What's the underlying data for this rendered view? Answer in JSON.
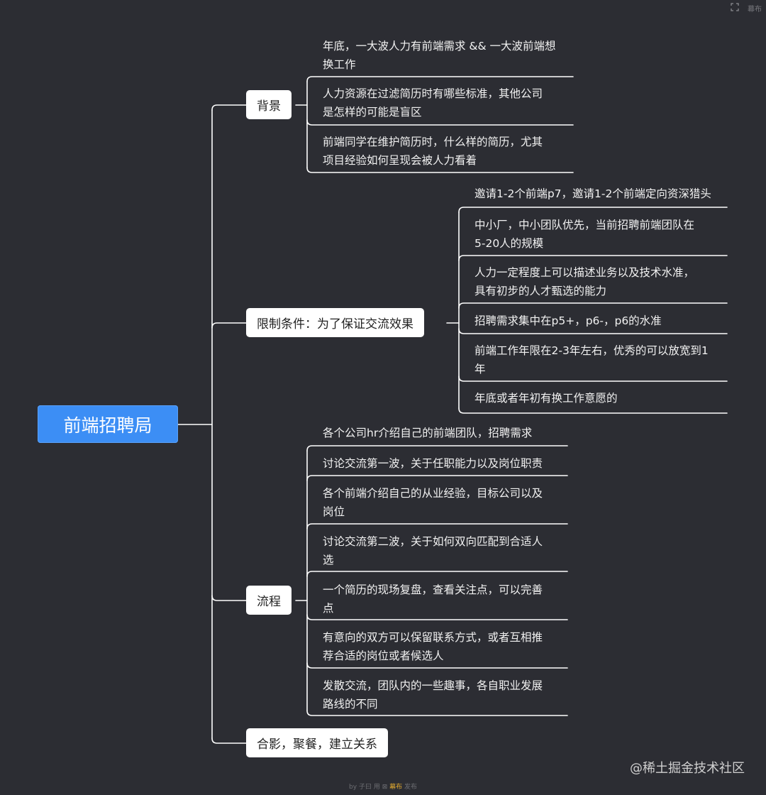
{
  "root": {
    "label": "前端招聘局"
  },
  "branches": [
    {
      "id": "background",
      "label": "背景",
      "leaves": [
        [
          "年底，一大波人力有前端需求 && 一大波前端想",
          "换工作"
        ],
        [
          "人力资源在过滤简历时有哪些标准，其他公司",
          "是怎样的可能是盲区"
        ],
        [
          "前端同学在维护简历时，什么样的简历，尤其",
          "项目经验如何呈现会被人力看着"
        ]
      ]
    },
    {
      "id": "constraints",
      "label": "限制条件：为了保证交流效果",
      "leaves": [
        [
          "邀请1-2个前端p7，邀请1-2个前端定向资深猎头"
        ],
        [
          "中小厂，中小团队优先，当前招聘前端团队在",
          "5-20人的规模"
        ],
        [
          "人力一定程度上可以描述业务以及技术水准，",
          "具有初步的人才甄选的能力"
        ],
        [
          "招聘需求集中在p5+，p6-，p6的水准"
        ],
        [
          "前端工作年限在2-3年左右，优秀的可以放宽到1",
          "年"
        ],
        [
          "年底或者年初有换工作意愿的"
        ]
      ]
    },
    {
      "id": "process",
      "label": "流程",
      "leaves": [
        [
          "各个公司hr介绍自己的前端团队，招聘需求"
        ],
        [
          "讨论交流第一波，关于任职能力以及岗位职责"
        ],
        [
          "各个前端介绍自己的从业经验，目标公司以及",
          "岗位"
        ],
        [
          "讨论交流第二波，关于如何双向匹配到合适人",
          "选"
        ],
        [
          "一个简历的现场复盘，查看关注点，可以完善",
          "点"
        ],
        [
          "有意向的双方可以保留联系方式，或者互相推",
          "荐合适的岗位或者候选人"
        ],
        [
          "发散交流，团队内的一些趣事，各自职业发展",
          "路线的不同"
        ]
      ]
    },
    {
      "id": "photo",
      "label": "合影，聚餐，建立关系",
      "leaves": []
    }
  ],
  "toolbar": {
    "icon": "fullscreen-icon",
    "label": "幕布"
  },
  "watermark": "@稀土掘金技术社区",
  "credit": {
    "prefix": "by",
    "author": "子曰",
    "middle": "用",
    "brand": "幕布",
    "suffix": "发布"
  },
  "colors": {
    "background": "#2c2d33",
    "root": "#3c8ef5",
    "line": "#ffffff",
    "branch_bg": "#ffffff"
  }
}
